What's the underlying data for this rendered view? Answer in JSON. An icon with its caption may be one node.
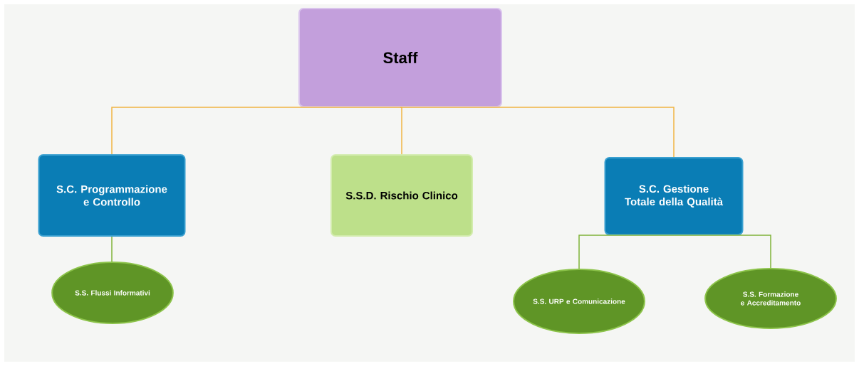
{
  "diagram": {
    "nodes": [
      {
        "text": [
          "Staff"
        ]
      },
      {
        "text": [
          "S.C. Programmazione e Controllo"
        ]
      },
      {
        "text": [
          "S.S.D. Rischio Clinico"
        ]
      },
      {
        "text": [
          "S.C. Gestione Totale della Qualità"
        ]
      },
      {
        "text": [
          "S.S. Flussi Informativi"
        ]
      },
      {
        "text": [
          "S.S. URP e Comunicazione"
        ]
      },
      {
        "text": [
          "S.S. Formazione e Accreditamento"
        ]
      }
    ],
    "edges": [
      {
        "from": 0,
        "to": 1,
        "arrow": "none",
        "color": "#f0b442"
      },
      {
        "from": 0,
        "to": 2,
        "arrow": "none",
        "color": "#f0b442"
      },
      {
        "from": 0,
        "to": 3,
        "arrow": "none",
        "color": "#f0b442"
      },
      {
        "from": 1,
        "to": 4,
        "arrow": "none",
        "color": "#7fb339"
      },
      {
        "from": 3,
        "to": 5,
        "arrow": "none",
        "color": "#7fb339"
      },
      {
        "from": 3,
        "to": 6,
        "arrow": "none",
        "color": "#7fb339"
      }
    ]
  }
}
